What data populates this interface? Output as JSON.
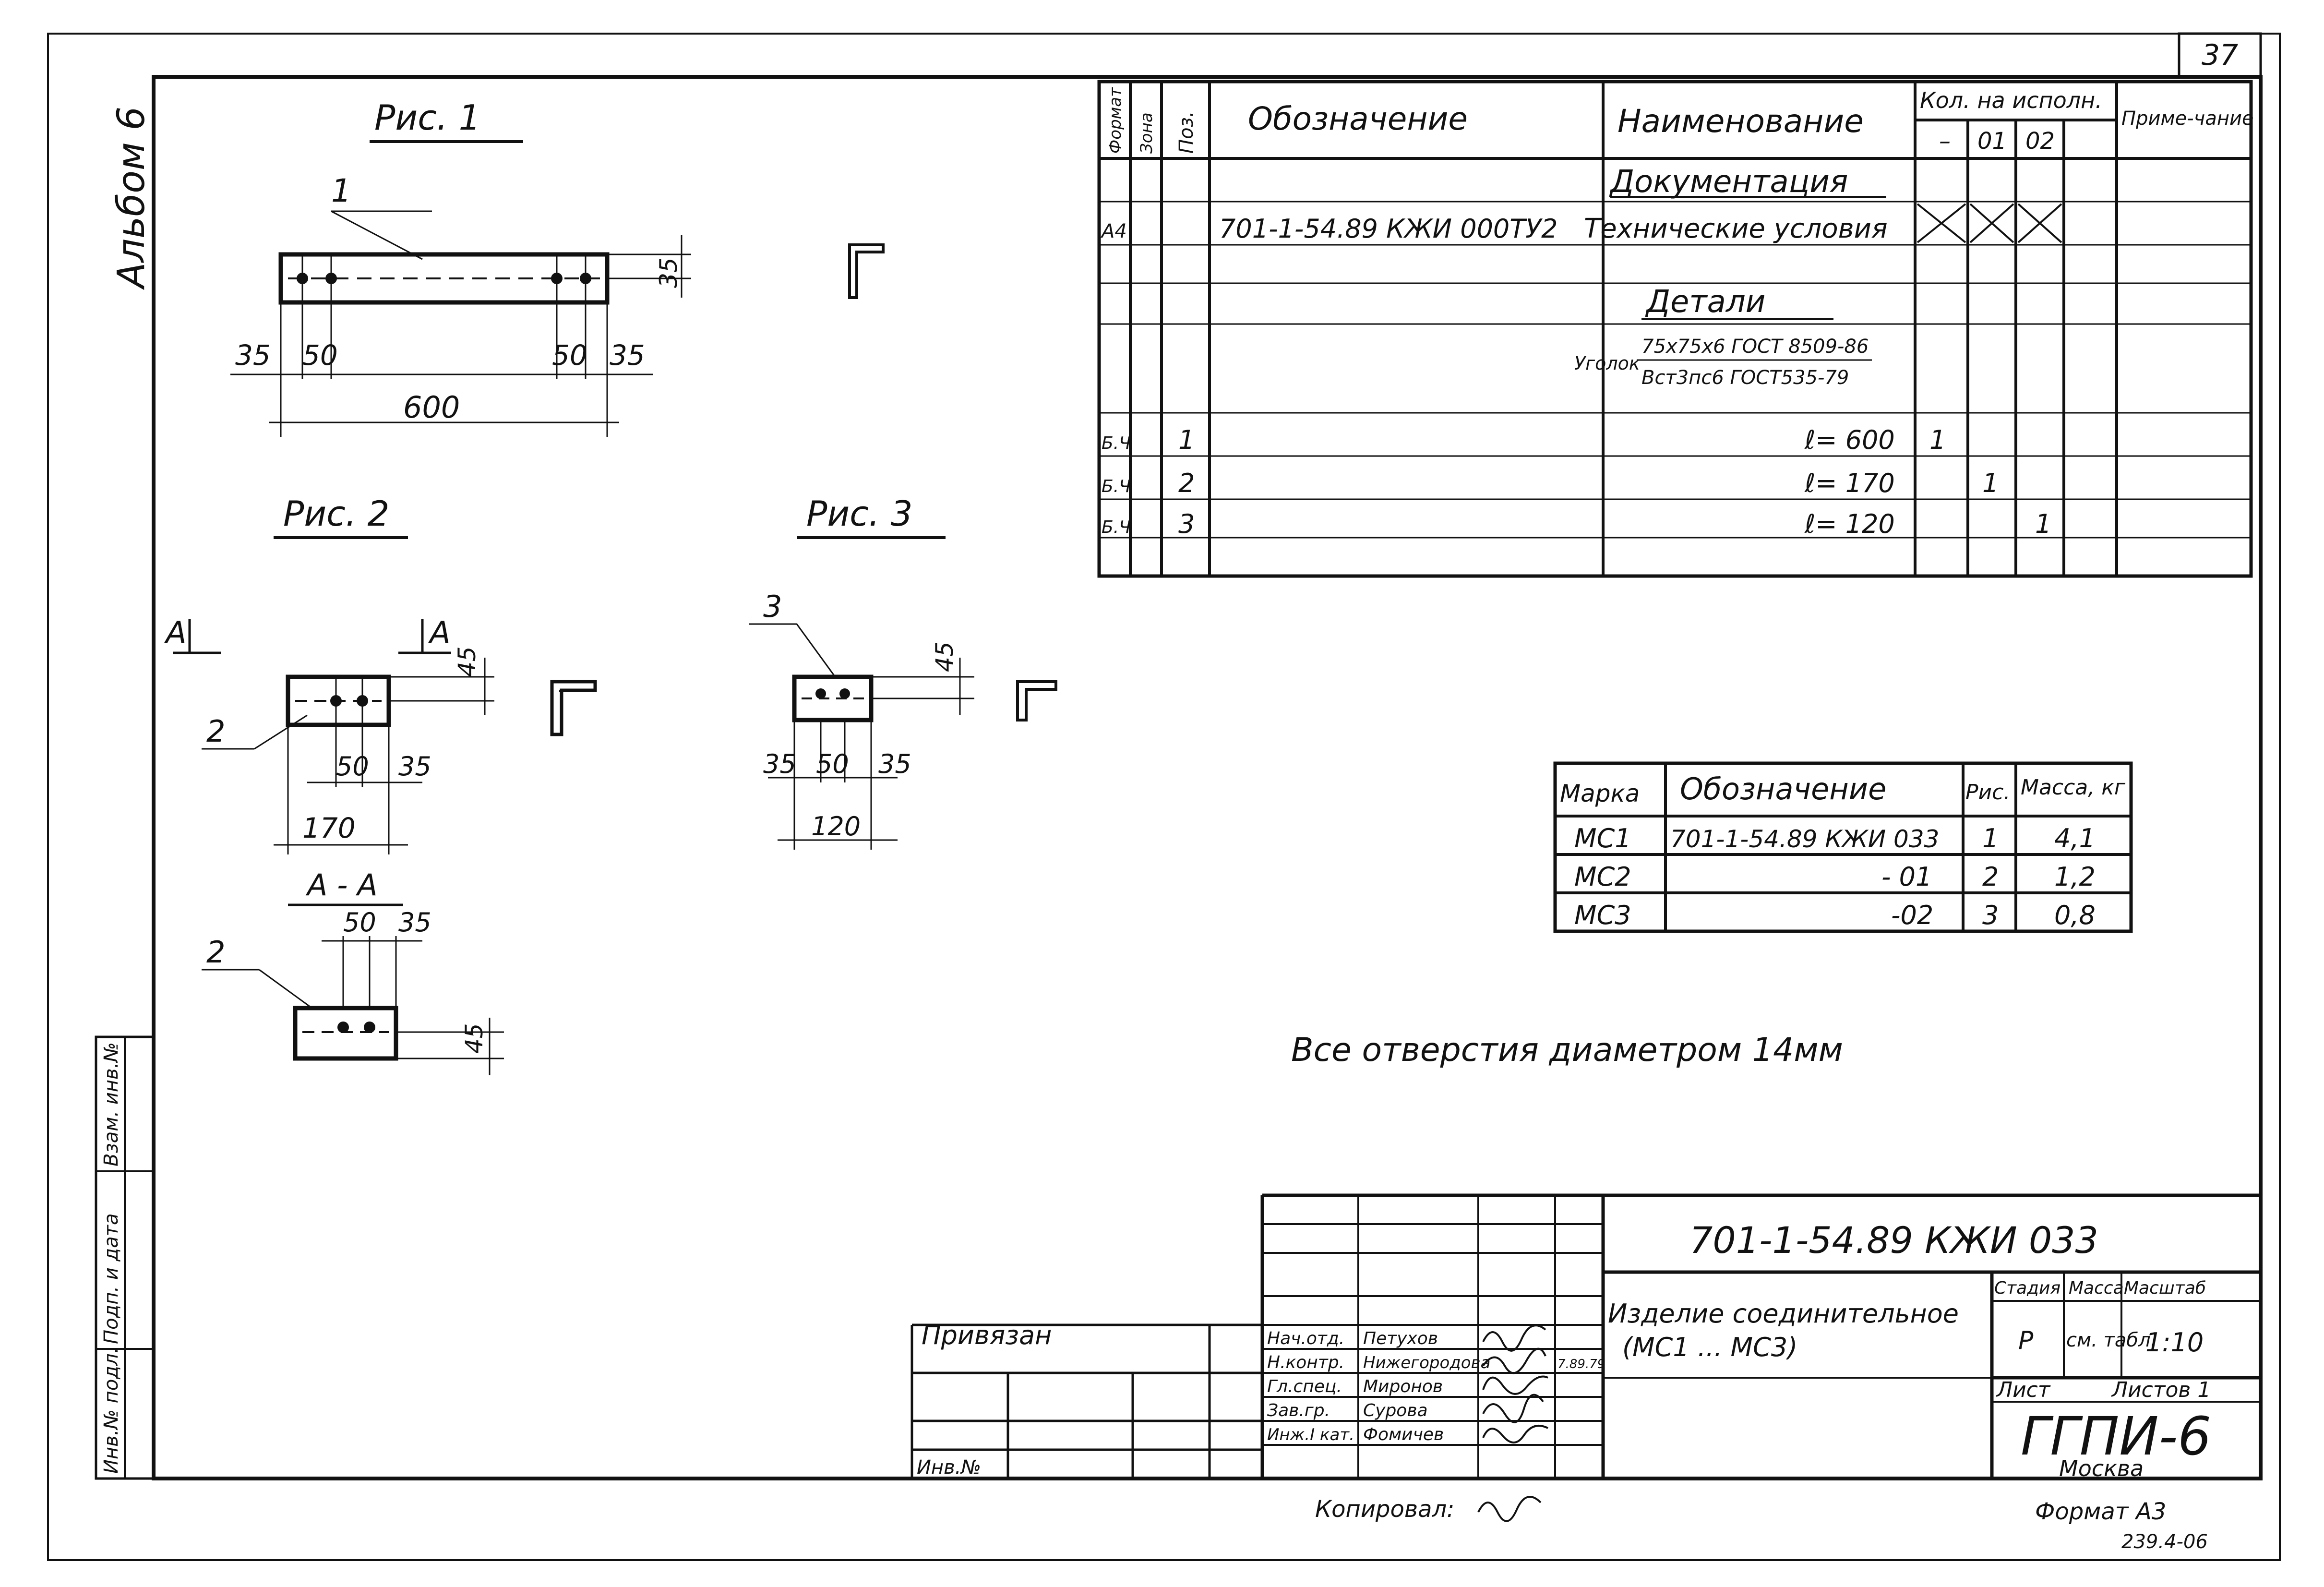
{
  "sheet": {
    "number": "37",
    "album": "Альбом 6"
  },
  "figures": {
    "fig1": {
      "title": "Рис. 1",
      "pos": "1",
      "dims": [
        "35",
        "50",
        "50",
        "35",
        "600",
        "35"
      ]
    },
    "fig2": {
      "title": "Рис. 2",
      "pos": "2",
      "dims": [
        "50",
        "35",
        "170",
        "45"
      ],
      "section_mark": "А",
      "section_label": "А - А",
      "section_dims": [
        "50",
        "35",
        "45"
      ]
    },
    "fig3": {
      "title": "Рис. 3",
      "pos": "3",
      "dims": [
        "35",
        "50",
        "35",
        "120",
        "45"
      ]
    }
  },
  "spec_table": {
    "headers": {
      "format": "Формат",
      "zone": "Зона",
      "pos": "Поз.",
      "designation": "Обозначение",
      "name": "Наименование",
      "qty": "Кол. на исполн.",
      "qty_cols": [
        "–",
        "01",
        "02"
      ],
      "note": "Приме-чание"
    },
    "section_docs": "Документация",
    "doc_row": {
      "format": "А4",
      "designation": "701-1-54.89 КЖИ 000ТУ2",
      "name": "Технические условия"
    },
    "section_parts": "Детали",
    "material": {
      "prefix": "Уголок",
      "line1": "75х75х6 ГОСТ 8509-86",
      "line2": "Вст3пс6 ГОСТ535-79"
    },
    "rows": [
      {
        "format": "Б.Ч",
        "pos": "1",
        "name": "ℓ= 600",
        "qty": [
          "1",
          "",
          ""
        ]
      },
      {
        "format": "Б.Ч",
        "pos": "2",
        "name": "ℓ= 170",
        "qty": [
          "",
          "1",
          ""
        ]
      },
      {
        "format": "Б.Ч",
        "pos": "3",
        "name": "ℓ= 120",
        "qty": [
          "",
          "",
          "1"
        ]
      }
    ]
  },
  "marks_table": {
    "headers": {
      "mark": "Марка",
      "designation": "Обозначение",
      "fig": "Рис.",
      "mass": "Масса, кг"
    },
    "rows": [
      {
        "mark": "МС1",
        "designation": "701-1-54.89 КЖИ 033",
        "fig": "1",
        "mass": "4,1"
      },
      {
        "mark": "МС2",
        "designation": "- 01",
        "fig": "2",
        "mass": "1,2"
      },
      {
        "mark": "МС3",
        "designation": "-02",
        "fig": "3",
        "mass": "0,8"
      }
    ]
  },
  "note": "Все отверстия диаметром 14мм",
  "title_block": {
    "code": "701-1-54.89 КЖИ 033",
    "title_line1": "Изделие соединительное",
    "title_line2": "(МС1 ... МС3)",
    "stage_label": "Стадия",
    "mass_label": "Масса",
    "scale_label": "Масштаб",
    "stage": "Р",
    "mass": "см. табл.",
    "scale": "1:10",
    "sheet_label": "Лист",
    "sheets_label": "Листов 1",
    "org": "ГГПИ-6",
    "city": "Москва",
    "signers": [
      {
        "role": "Нач.отд.",
        "name": "Петухов"
      },
      {
        "role": "Н.контр.",
        "name": "Нижегородова"
      },
      {
        "role": "Гл.спец.",
        "name": "Миронов"
      },
      {
        "role": "Зав.гр.",
        "name": "Сурова"
      },
      {
        "role": "Инж.I кат.",
        "name": "Фомичев"
      }
    ],
    "date": "7.89.79",
    "bound_label": "Привязан",
    "inv_label": "Инв.№"
  },
  "side_stamps": [
    "Инв.№ подл.",
    "Подп. и дата",
    "Взам. инв.№"
  ],
  "footer": {
    "copied": "Копировал:",
    "format": "Формат А3",
    "doc_num": "239.4-06"
  }
}
